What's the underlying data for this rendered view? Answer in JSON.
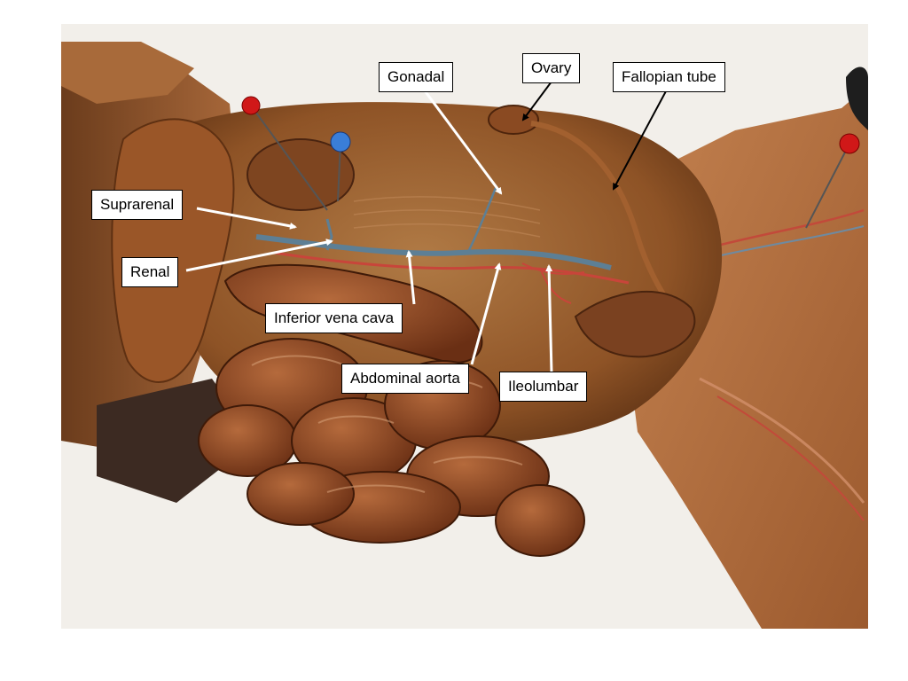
{
  "labels": {
    "gonadal": "Gonadal",
    "ovary": "Ovary",
    "fallopian_tube": "Fallopian tube",
    "suprarenal": "Suprarenal",
    "renal": "Renal",
    "inferior_vena_cava": "Inferior vena cava",
    "abdominal_aorta": "Abdominal aorta",
    "ileolumbar": "Ileolumbar"
  },
  "colors": {
    "pointer_white": "#ffffff",
    "pointer_black": "#000000",
    "vein_blue": "#5d7f95",
    "artery_red": "#c8453a",
    "tissue_brown": "#9a5a2a",
    "background": "#f2efea"
  }
}
